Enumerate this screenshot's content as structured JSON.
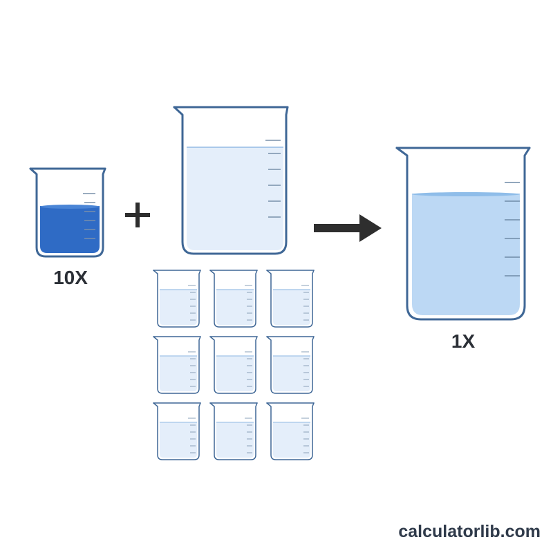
{
  "diagram": {
    "stock_label": "10X",
    "result_label": "1X",
    "diluent_units": 9,
    "colors": {
      "outline": "#3f6796",
      "stock_liquid": "#2f6bc5",
      "diluent_liquid": "#e4eefa",
      "result_liquid": "#bcd8f4",
      "operator": "#2e2e2e"
    },
    "icons": [
      "beaker-icon",
      "plus-icon",
      "arrow-right-icon"
    ]
  },
  "watermark": "calculatorlib.com"
}
